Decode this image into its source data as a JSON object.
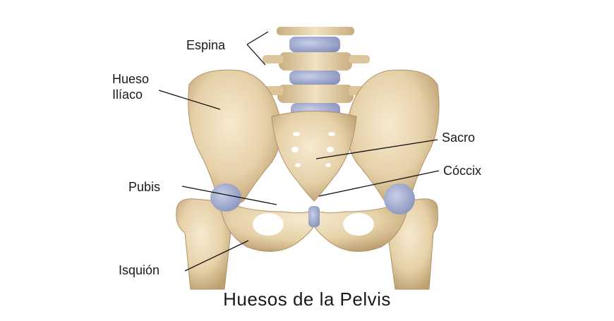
{
  "labels": {
    "espina": "Espina",
    "hueso_line1": "Hueso",
    "hueso_line2": "Ilíaco",
    "sacro": "Sacro",
    "coccix": "Cóccix",
    "pubis": "Pubis",
    "isquion": "Isquión"
  },
  "caption": "Huesos de la Pelvis",
  "colors": {
    "bone": "#e9d7b2",
    "bone_shadow": "#c7ab7d",
    "bone_dark": "#a88a5e",
    "cartilage": "#9fa8cc",
    "line": "#111111"
  }
}
